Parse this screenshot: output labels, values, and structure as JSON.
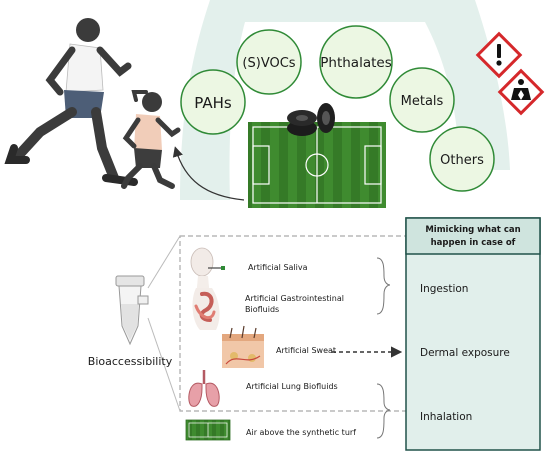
{
  "contaminants": {
    "pahs": "PAHs",
    "svocs": "(S)VOCs",
    "phthalates": "Phthalates",
    "metals": "Metals",
    "others": "Others"
  },
  "methods": {
    "saliva": "Artificial Saliva",
    "gastro_line1": "Artificial Gastrointestinal",
    "gastro_line2": "Biofluids",
    "sweat": "Artificial Sweat",
    "lung": "Artificial Lung Biofluids",
    "air": "Air above the synthetic turf",
    "bioaccessibility": "Bioaccessibility"
  },
  "mimic_panel": {
    "header_line1": "Mimicking what can",
    "header_line2": "happen in case of",
    "ingestion": "Ingestion",
    "dermal": "Dermal exposure",
    "inhalation": "Inhalation"
  },
  "hazard_icons": [
    "exclamation-hazard-icon",
    "health-hazard-icon"
  ],
  "colors": {
    "arc_band": "#e3f0ec",
    "bubble_fill": "#ecf7e3",
    "bubble_stroke": "#2f8a36",
    "panel_fill": "#e1efeb",
    "panel_stroke": "#21524a",
    "turf_green": "#3e8a2e",
    "hazard_red": "#d5282b"
  }
}
